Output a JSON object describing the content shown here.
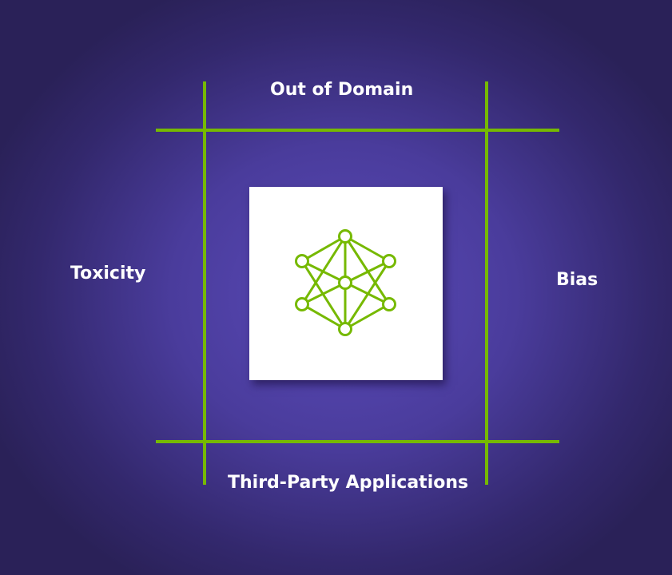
{
  "labels": {
    "top": "Out of Domain",
    "left": "Toxicity",
    "right": "Bias",
    "bottom": "Third-Party Applications"
  },
  "center_icon": "neural-network-icon",
  "colors": {
    "accent": "#76b900",
    "background": "#4a3c9c",
    "card": "#ffffff"
  }
}
